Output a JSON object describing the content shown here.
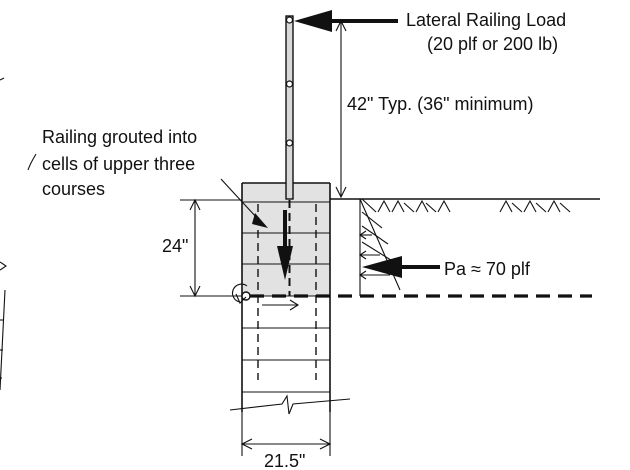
{
  "diagram": {
    "labels": {
      "lateral_load_line1": "Lateral Railing Load",
      "lateral_load_line2": "(20 plf or 200 lb)",
      "height": "42\" Typ. (36\" minimum)",
      "grout_line1": "Railing grouted into",
      "grout_line2": "cells of upper three",
      "grout_line3": "courses",
      "depth": "24\"",
      "pressure": "Pa ≈ 70 plf",
      "width": "21.5\""
    },
    "colors": {
      "line": "#111111",
      "fill": "#e2e2e2",
      "background": "#ffffff"
    }
  }
}
